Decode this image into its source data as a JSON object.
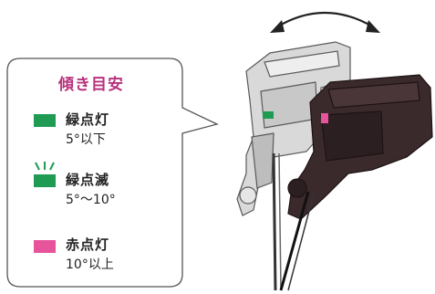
{
  "legend": {
    "title": "傾き目安",
    "items": [
      {
        "label": "緑点灯",
        "sub": "5°以下",
        "color": "#1f9b54",
        "blink": false
      },
      {
        "label": "緑点滅",
        "sub": "5°～10°",
        "color": "#1f9b54",
        "blink": true
      },
      {
        "label": "赤点灯",
        "sub": "10°以上",
        "color": "#e6549b",
        "blink": false
      }
    ]
  },
  "colors": {
    "callout_border": "#555555",
    "tool_light": "#d9d9d9",
    "tool_dark": "#3a2a2c",
    "indicator_green": "#1f9b54",
    "indicator_pink": "#e6549b",
    "arrow": "#222222"
  },
  "icons": {
    "tilt_arrow": "double-curved-arrow-icon",
    "tool": "hammer-drill-illustration"
  }
}
